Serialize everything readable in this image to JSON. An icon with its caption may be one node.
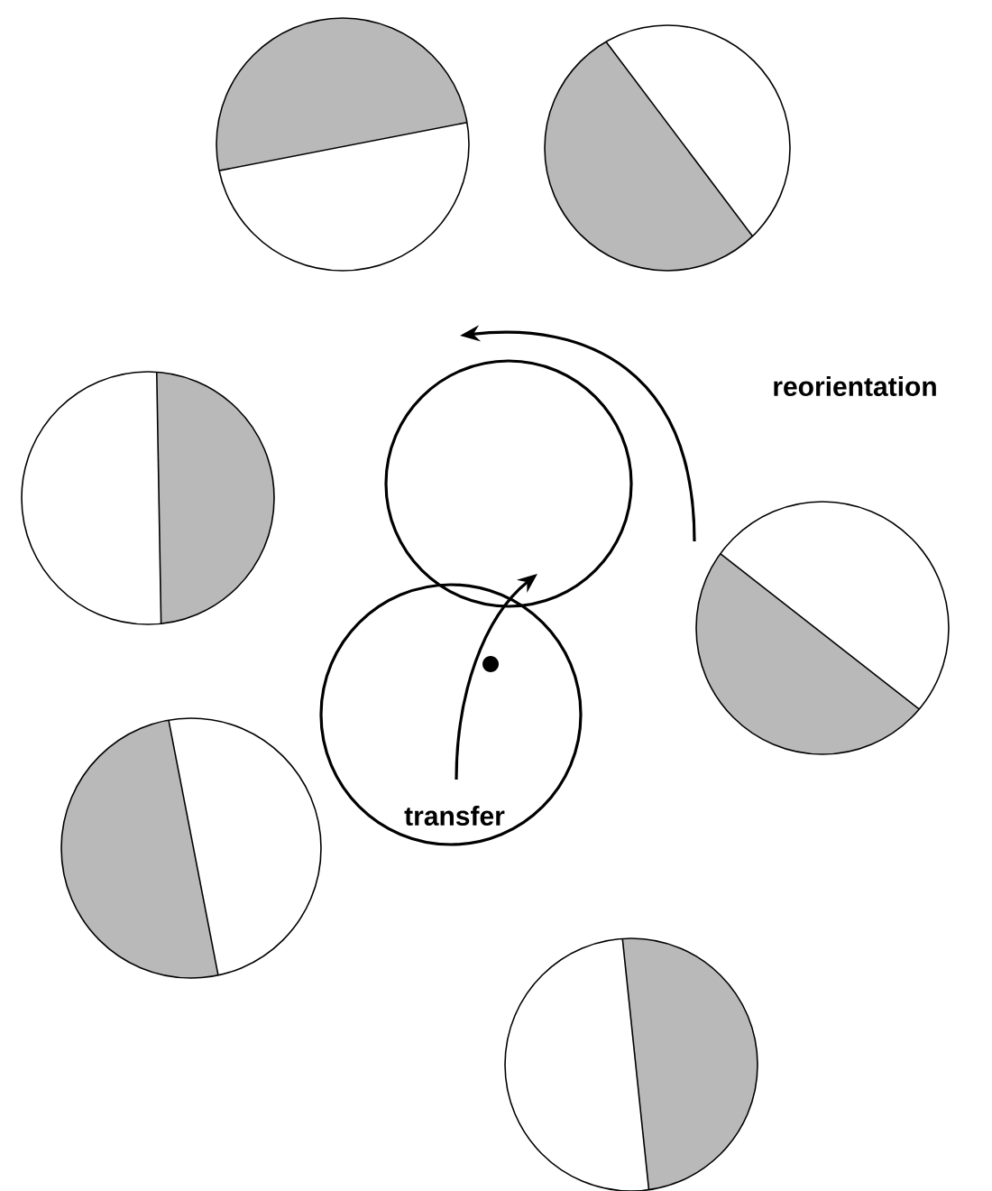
{
  "diagram": {
    "nodes": [
      {
        "text": [],
        "shape": "circle"
      },
      {
        "text": [],
        "shape": "circle"
      },
      {
        "text": [],
        "shape": "circle"
      },
      {
        "text": [],
        "shape": "circle"
      },
      {
        "text": [],
        "shape": "circle"
      },
      {
        "text": [],
        "shape": "circle"
      },
      {
        "text": [],
        "shape": "circle"
      },
      {
        "text": [],
        "shape": "circle"
      }
    ],
    "edges": [
      {
        "from": 5,
        "to": 3,
        "arrow": "to",
        "label": "transfer"
      }
    ],
    "labels": [
      "reorientation"
    ]
  }
}
